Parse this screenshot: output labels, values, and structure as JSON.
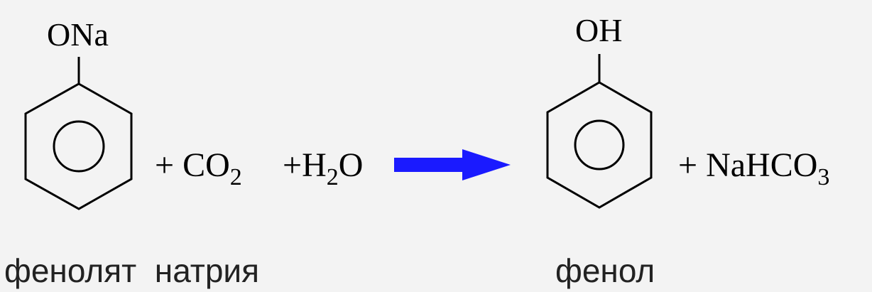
{
  "reactant": {
    "substituent": "ONa",
    "name": "фенолят  натрия"
  },
  "reagents": [
    {
      "plus": "+",
      "formula": "CO",
      "sub": "2"
    },
    {
      "plus": "+",
      "formula": "H",
      "sub": "2",
      "tail": "O"
    }
  ],
  "arrow": {
    "color": "#1a1aff"
  },
  "product": {
    "substituent": "OH",
    "name": "фенол"
  },
  "byproduct": {
    "plus": "+",
    "formula": "NaHCO",
    "sub": "3"
  }
}
